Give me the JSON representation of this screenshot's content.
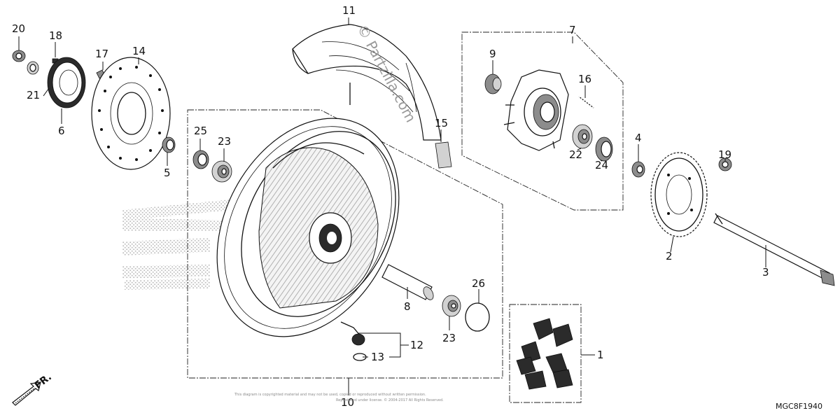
{
  "diagram": {
    "code": "MGC8F1940",
    "watermark": "© Partzilla.com",
    "direction_label": "FR.",
    "copyright_line_1": "This diagram is copyrighted material and may not be used, copied or reproduced without written permission.",
    "copyright_line_2": "Reproduced under license. © 2004-2017 All Rights Reserved."
  },
  "callouts": {
    "c1": "1",
    "c2": "2",
    "c3": "3",
    "c4": "4",
    "c5": "5",
    "c6": "6",
    "c7": "7",
    "c8": "8",
    "c9": "9",
    "c10": "10",
    "c11": "11",
    "c12": "12",
    "c13": "13",
    "c14": "14",
    "c15": "15",
    "c16": "16",
    "c17": "17",
    "c18": "18",
    "c19": "19",
    "c20": "20",
    "c21": "21",
    "c22": "22",
    "c23a": "23",
    "c23b": "23",
    "c24": "24",
    "c25": "25",
    "c26": "26"
  }
}
